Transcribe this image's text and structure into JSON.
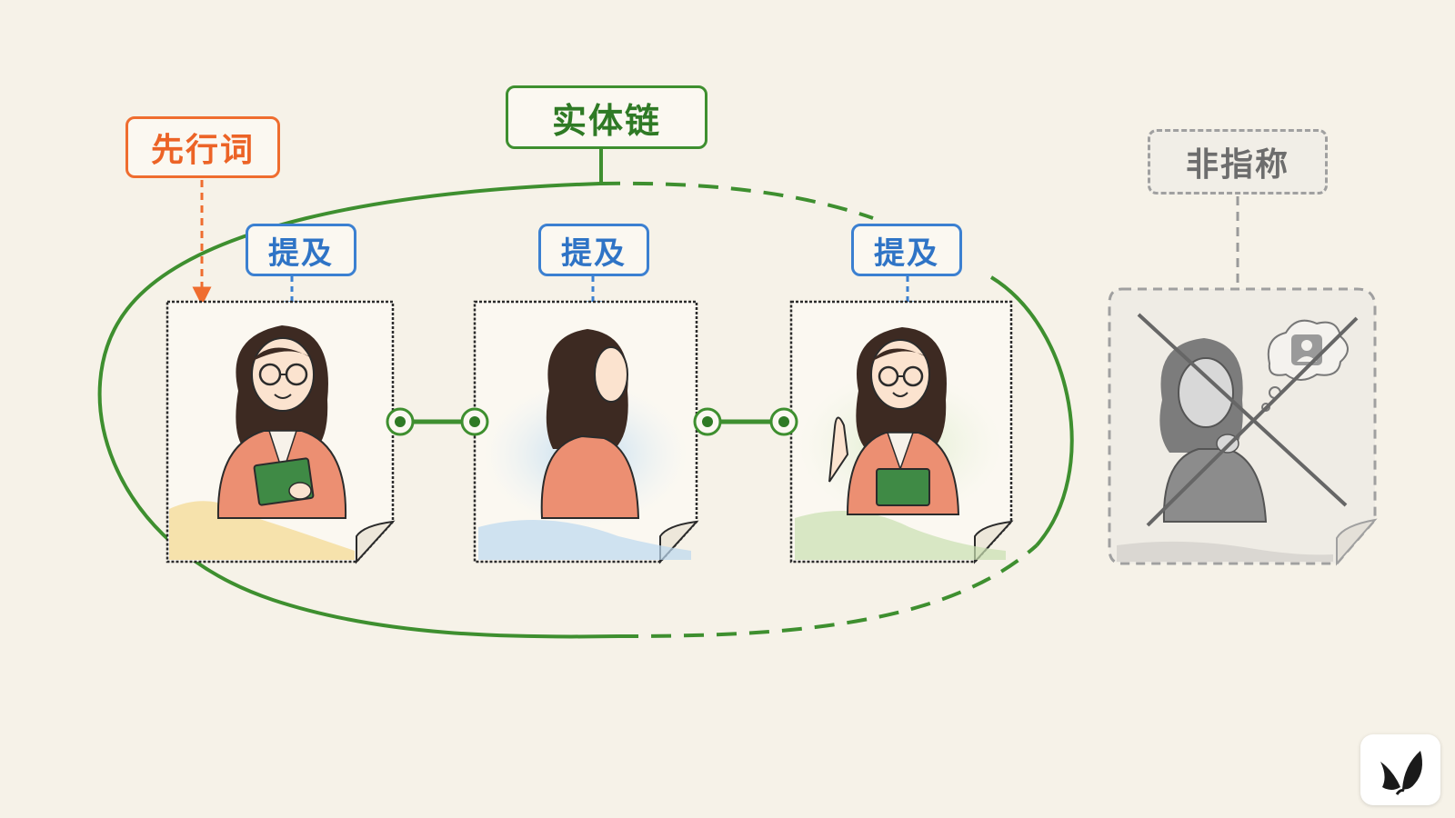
{
  "labels": {
    "entity_chain": "实体链",
    "antecedent": "先行词",
    "mention_1": "提及",
    "mention_2": "提及",
    "mention_3": "提及",
    "non_referential": "非指称"
  },
  "colors": {
    "chain_green": "#3e8f2f",
    "antecedent_orange": "#ef6d2f",
    "mention_blue": "#3b80d1",
    "non_ref_gray": "#9a9a9a",
    "background": "#f6f2e8"
  },
  "icons": {
    "brand": "butterfly-icon",
    "non_ref_thought": "person-thought-icon",
    "link_node": "link-node-icon"
  }
}
